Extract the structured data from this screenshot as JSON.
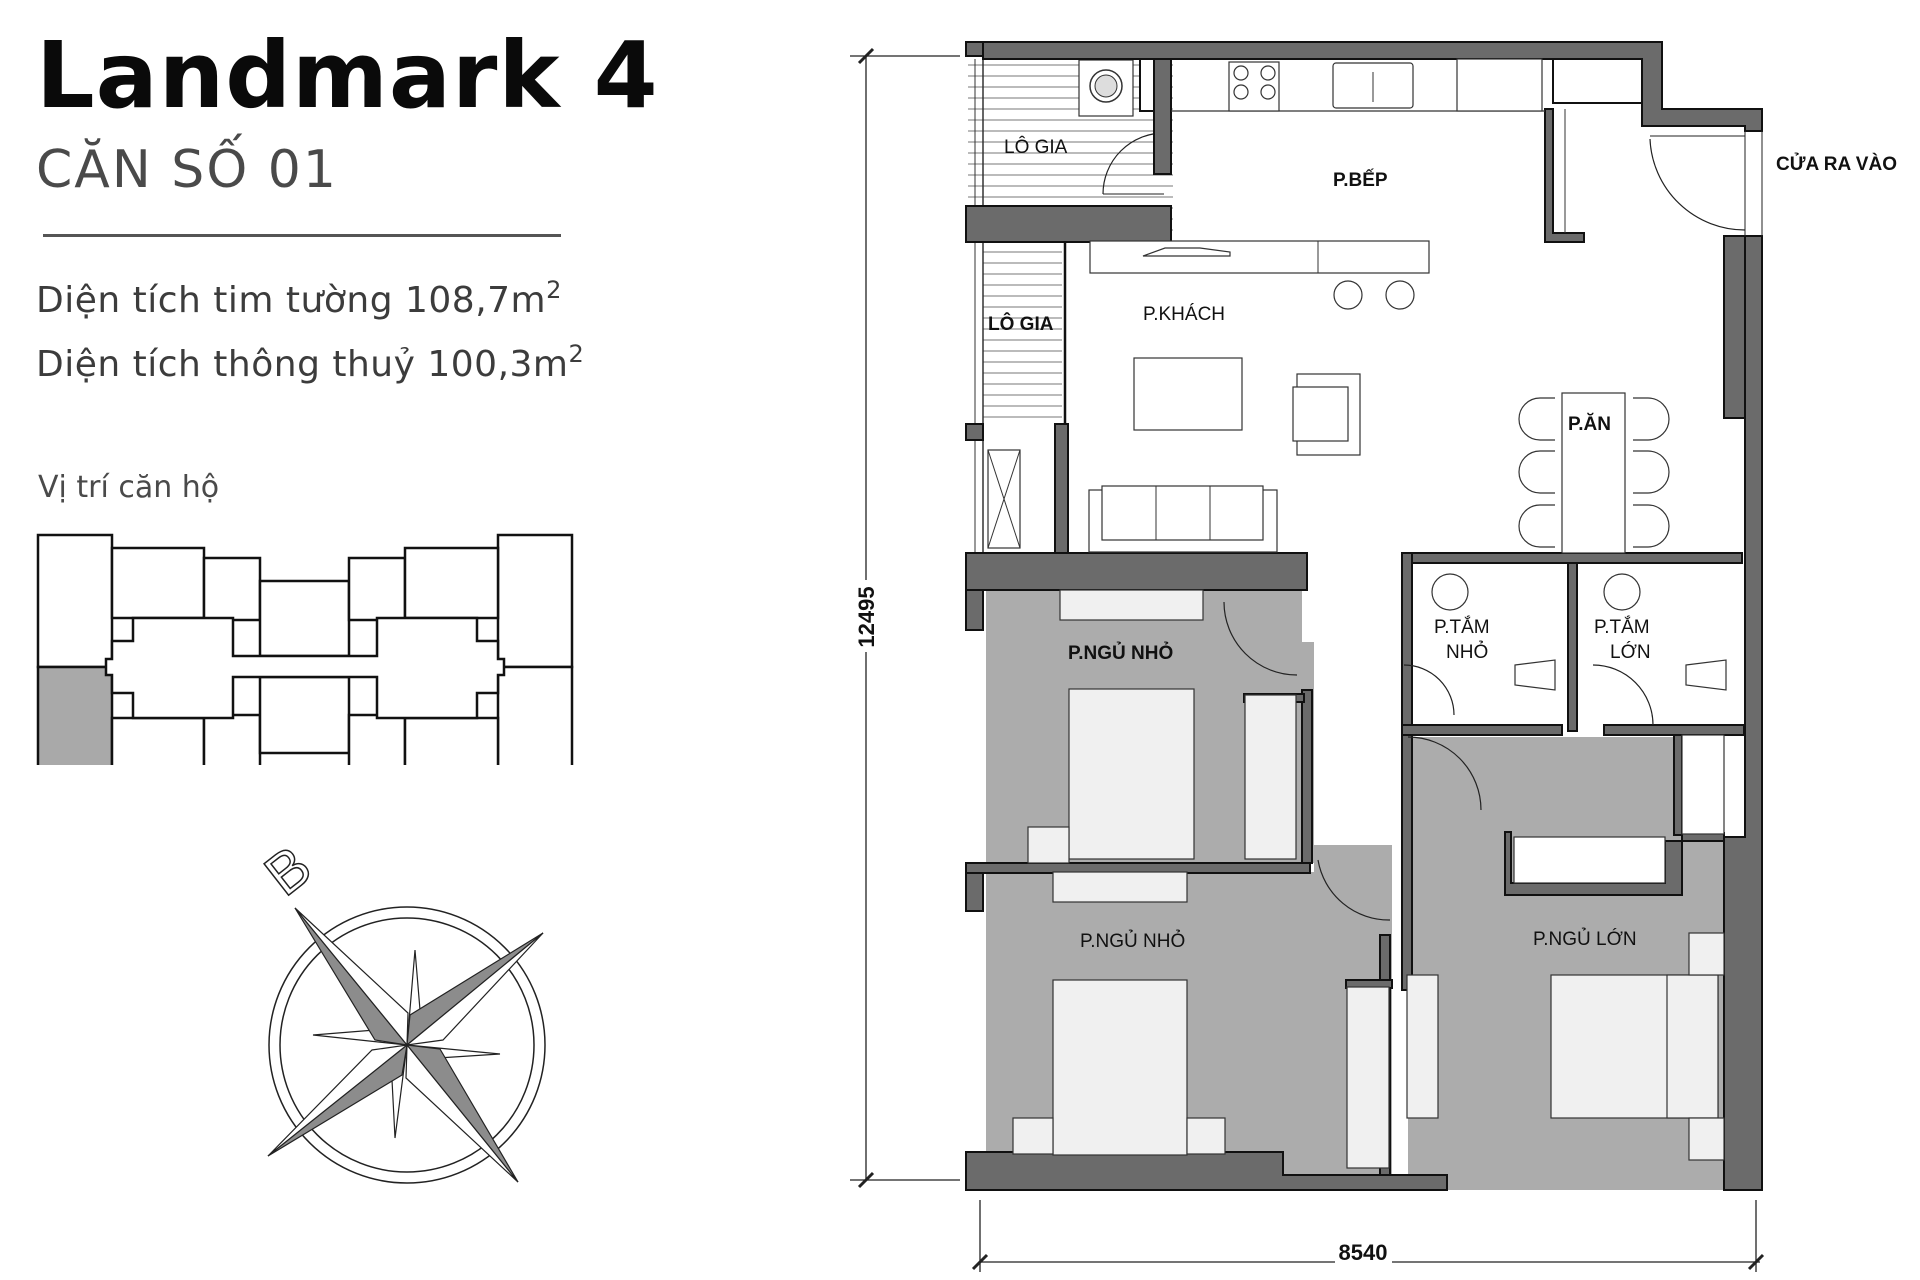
{
  "header": {
    "title": "Landmark 4",
    "subtitle": "CĂN SỐ 01",
    "area_wall_center_label": "Diện tích tim tường 108,7m",
    "area_wall_center_value": "108,7",
    "area_clear_label": "Diện tích thông thuỷ 100,3m",
    "area_clear_value": "100,3",
    "area_unit_sup": "2",
    "location_label": "Vị trí căn hộ"
  },
  "site_plan": {
    "highlighted_unit": "bottom-left corner unit",
    "highlight_color": "#a9a9a9"
  },
  "compass": {
    "north_letter": "B",
    "fill_color": "#8c8c8c"
  },
  "floor_plan": {
    "rooms": [
      {
        "id": "logia-1",
        "label": "LÔ GIA"
      },
      {
        "id": "logia-2",
        "label": "LÔ GIA"
      },
      {
        "id": "kitchen",
        "label": "P.BẾP"
      },
      {
        "id": "entrance",
        "label": "CỬA RA VÀO"
      },
      {
        "id": "living",
        "label": "P.KHÁCH"
      },
      {
        "id": "dining",
        "label": "P.ĂN"
      },
      {
        "id": "bath-small-1",
        "label": "P.TẮM"
      },
      {
        "id": "bath-small-2",
        "label": "NHỎ"
      },
      {
        "id": "bath-large-1",
        "label": "P.TẮM"
      },
      {
        "id": "bath-large-2",
        "label": "LỚN"
      },
      {
        "id": "bedroom-small-a",
        "label": "P.NGỦ NHỎ"
      },
      {
        "id": "bedroom-small-b",
        "label": "P.NGỦ NHỎ"
      },
      {
        "id": "bedroom-master",
        "label": "P.NGỦ LỚN"
      }
    ],
    "dimensions": {
      "height": "12495",
      "width": "8540"
    },
    "colors": {
      "wall": "#6b6b6b",
      "bedroom_fill": "#acacac",
      "furniture_fill": "#f0f0f0"
    }
  }
}
